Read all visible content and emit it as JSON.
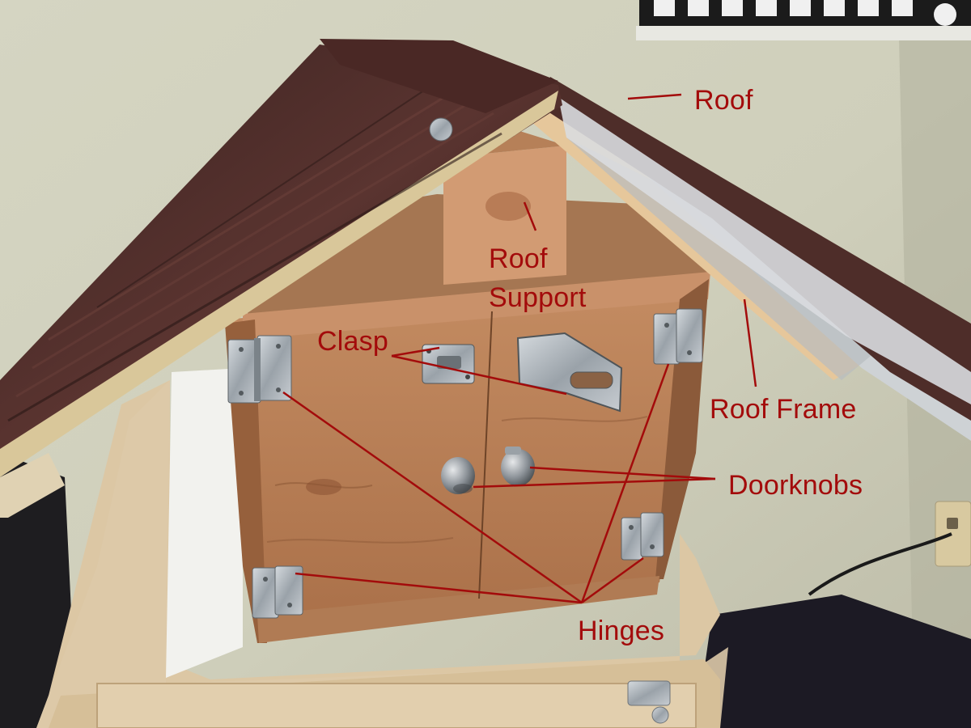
{
  "labels": {
    "roof": "Roof",
    "roof_support_line1": "Roof",
    "roof_support_line2": "Support",
    "clasp": "Clasp",
    "roof_frame": "Roof Frame",
    "doorknobs": "Doorknobs",
    "hinges": "Hinges"
  },
  "colors": {
    "label": "#a30b0b",
    "wall": "#d9d8c6",
    "wood": "#b9805a",
    "roof_metal": "#4a2a26",
    "hardware": "#aeb4ba",
    "nightstand": "#ddc8a6",
    "carpet": "#1c1a24"
  },
  "icons": {
    "doorknob": "knob-icon",
    "hinge": "hinge-icon",
    "clasp": "clasp-icon",
    "outlet": "outlet-icon"
  }
}
